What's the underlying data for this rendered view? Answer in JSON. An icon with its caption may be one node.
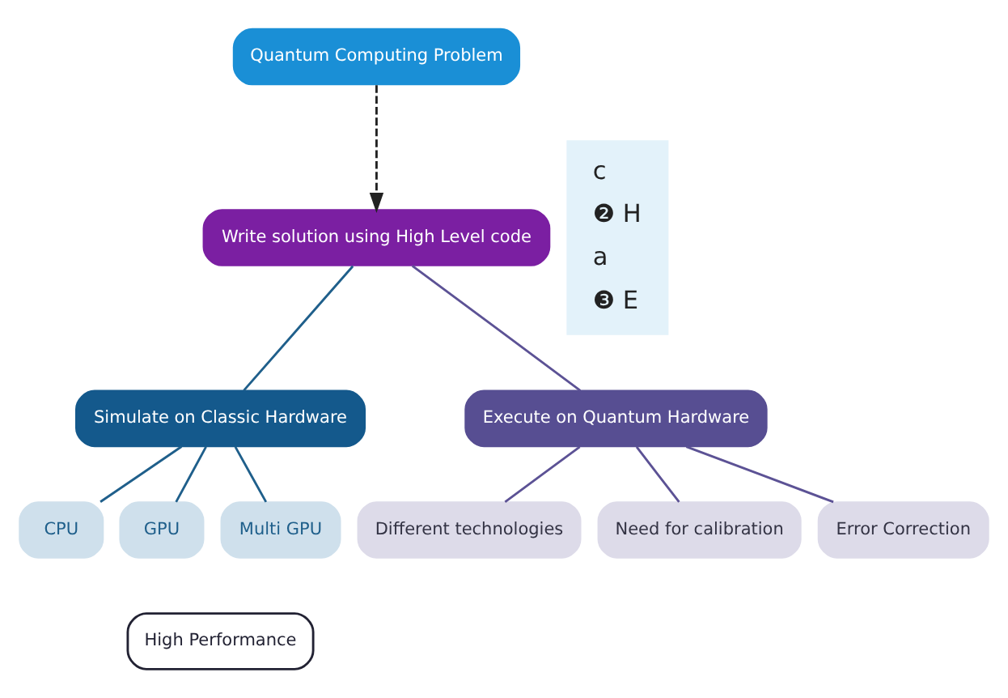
{
  "diagram": {
    "nodes": [
      {
        "text": [
          "Quantum Computing Problem"
        ]
      },
      {
        "text": [
          "Write solution using High Level code"
        ]
      },
      {
        "text": [
          "Simulate on Classic Hardware"
        ]
      },
      {
        "text": [
          "Execute on Quantum Hardware"
        ]
      },
      {
        "text": [
          "CPU"
        ]
      },
      {
        "text": [
          "GPU"
        ]
      },
      {
        "text": [
          "Multi GPU"
        ]
      },
      {
        "text": [
          "Different technologies"
        ]
      },
      {
        "text": [
          "Need for calibration"
        ]
      },
      {
        "text": [
          "Error Correction"
        ]
      },
      {
        "text": [
          "High Performance"
        ]
      }
    ],
    "edges": [
      {
        "from": 0,
        "to": 1,
        "arrow": "to",
        "style": "dashed",
        "color": "#222222"
      },
      {
        "from": 1,
        "to": 2,
        "arrow": "none",
        "color": "#1f5f8b"
      },
      {
        "from": 1,
        "to": 3,
        "arrow": "none",
        "color": "#5c5295"
      },
      {
        "from": 2,
        "to": 4,
        "arrow": "none",
        "color": "#1f5f8b"
      },
      {
        "from": 2,
        "to": 5,
        "arrow": "none",
        "color": "#1f5f8b"
      },
      {
        "from": 2,
        "to": 6,
        "arrow": "none",
        "color": "#1f5f8b"
      },
      {
        "from": 3,
        "to": 7,
        "arrow": "none",
        "color": "#5c5295"
      },
      {
        "from": 3,
        "to": 8,
        "arrow": "none",
        "color": "#5c5295"
      },
      {
        "from": 3,
        "to": 9,
        "arrow": "none",
        "color": "#5c5295"
      }
    ],
    "labels": [
      "c",
      "❷ H",
      "a",
      "❸ E"
    ]
  }
}
